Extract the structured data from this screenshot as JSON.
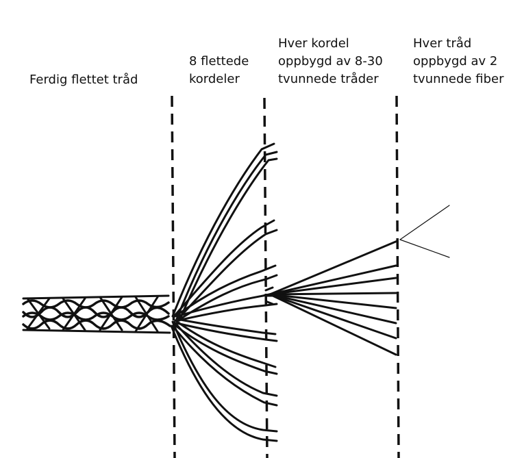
{
  "labels": {
    "stage1": {
      "line1": "Ferdig flettet tråd"
    },
    "stage2": {
      "line1": "8 flettede",
      "line2": "kordeler"
    },
    "stage3": {
      "line1": "Hver kordel",
      "line2": "oppbygd av 8-30",
      "line3": "tvunnede tråder"
    },
    "stage4": {
      "line1": "Hver tråd",
      "line2": "oppbygd av 2",
      "line3": "tvunnede fiber"
    }
  },
  "colors": {
    "ink": "#111111",
    "background": "#ffffff"
  }
}
